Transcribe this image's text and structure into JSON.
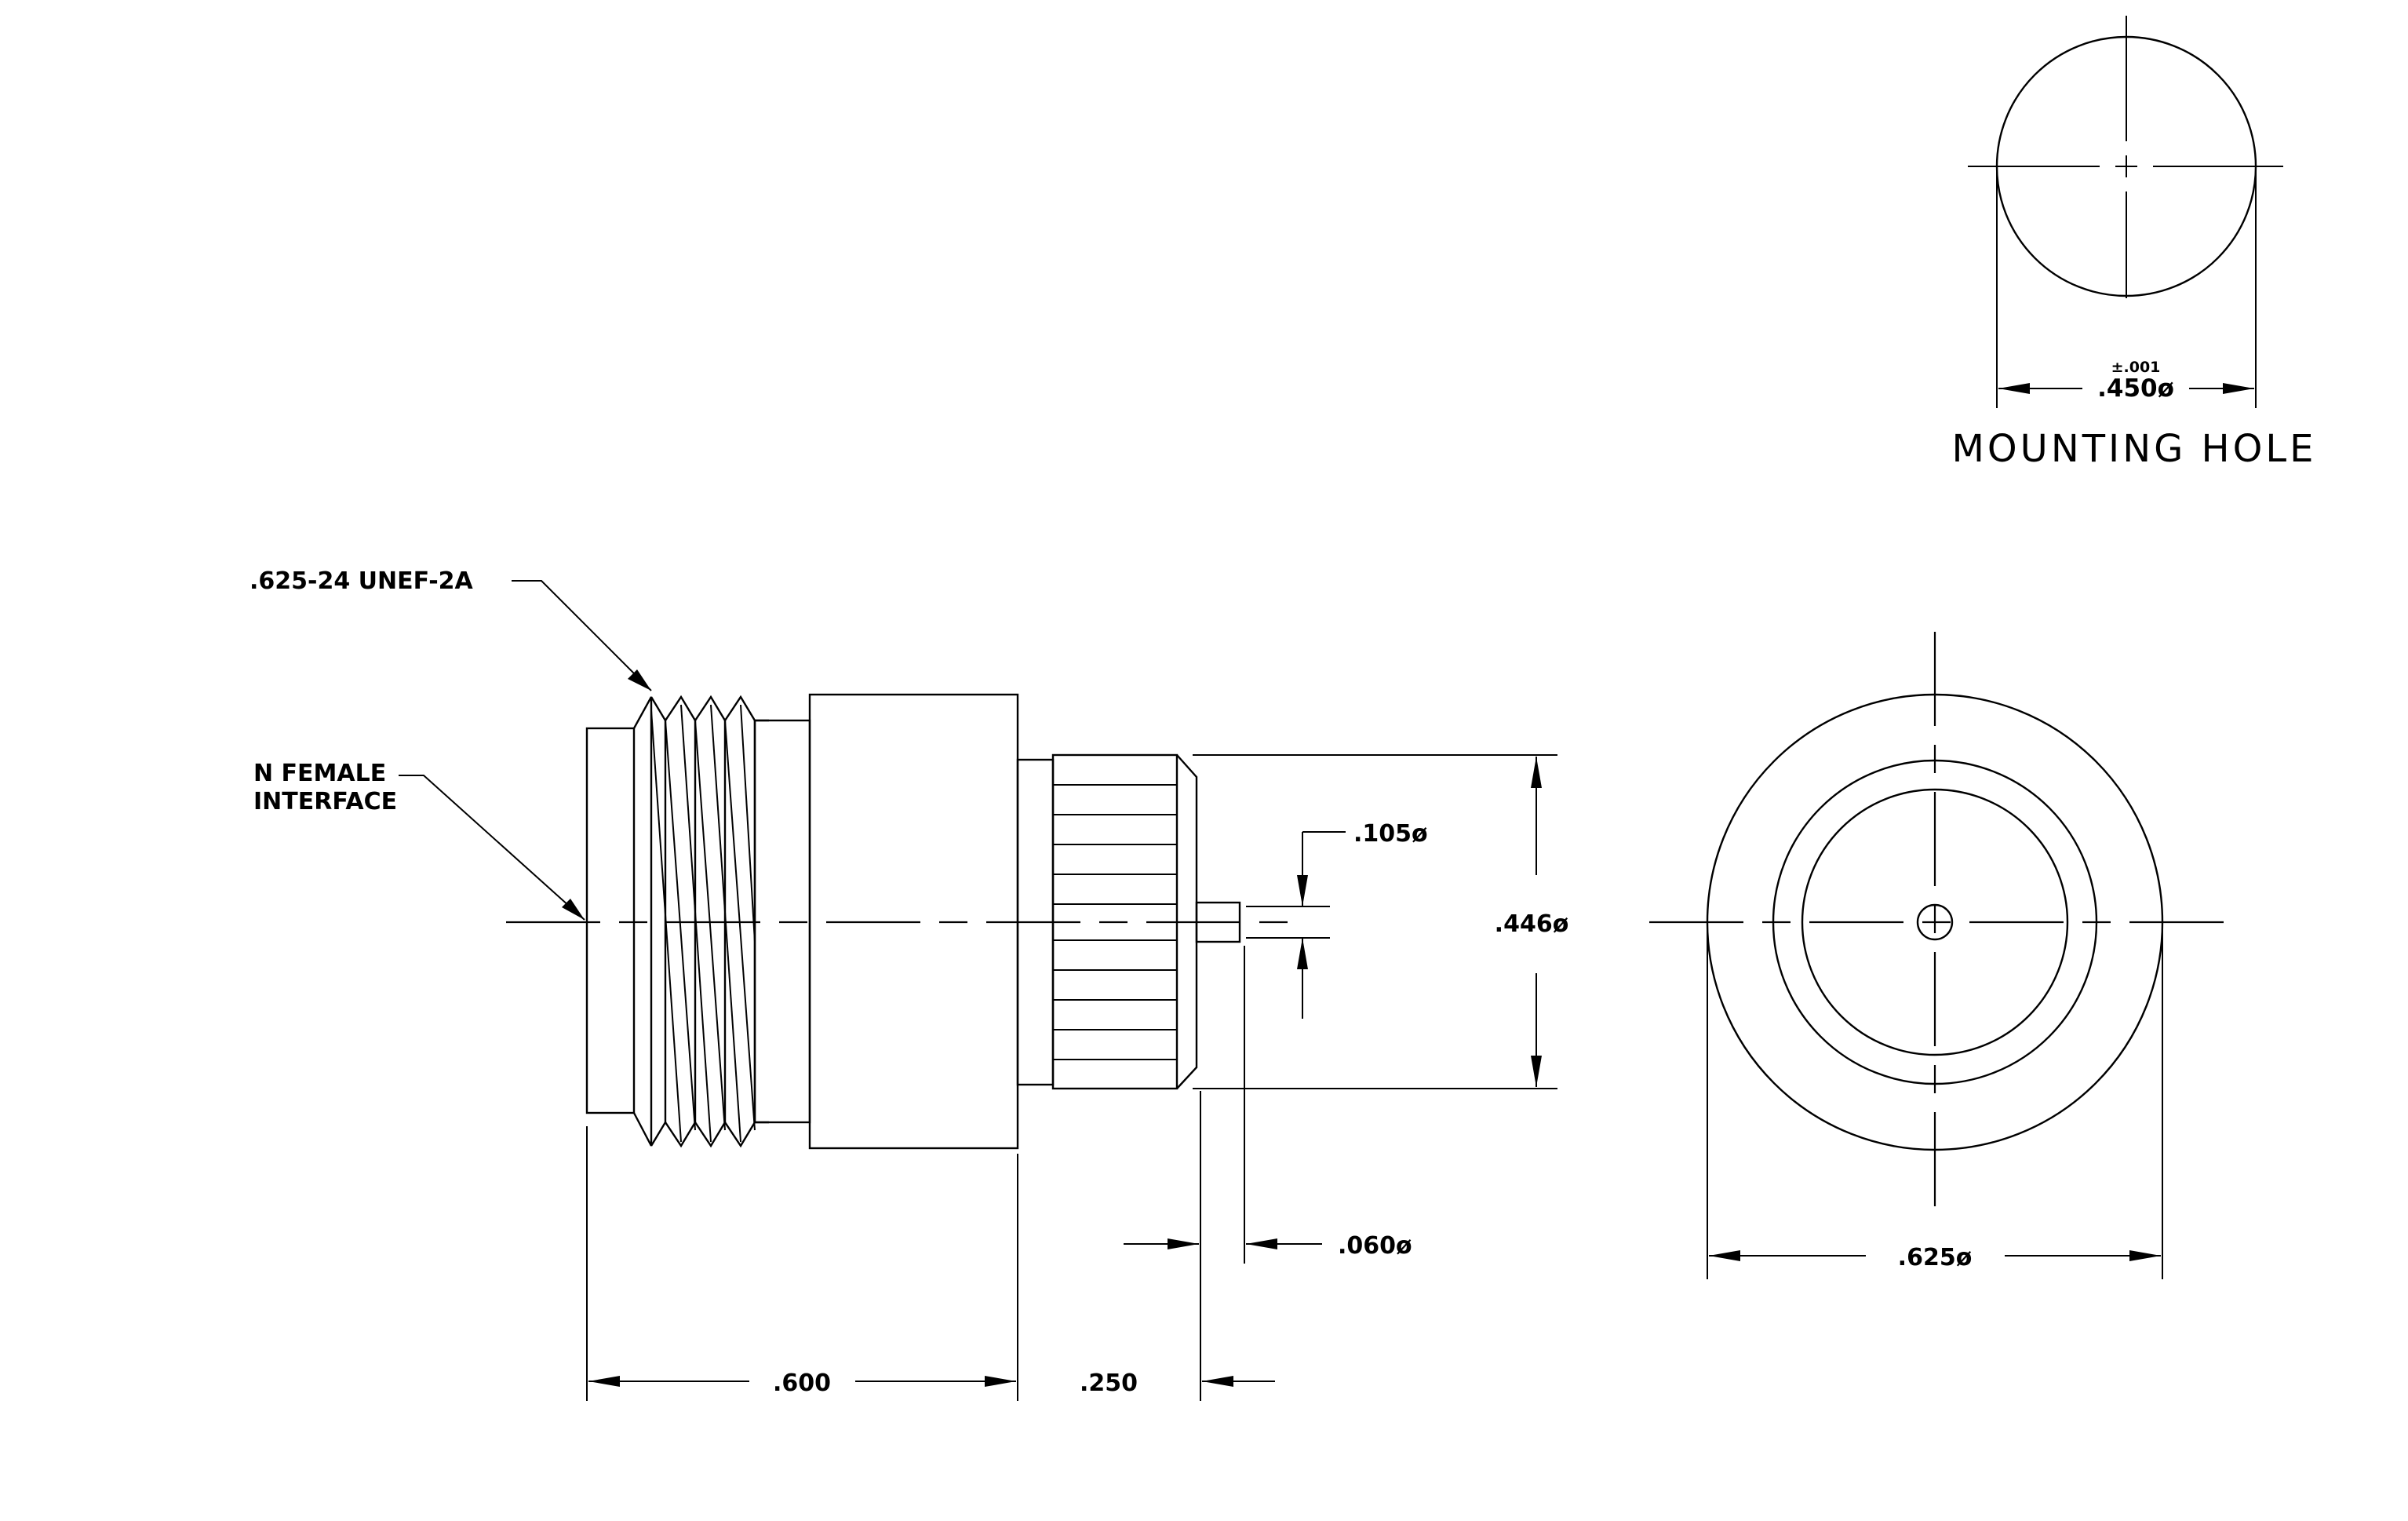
{
  "mounting_hole": {
    "tolerance": "±.001",
    "diameter": ".450ø",
    "caption": "MOUNTING HOLE"
  },
  "callouts": {
    "thread": ".625-24 UNEF-2A",
    "interface_line1": "N FEMALE",
    "interface_line2": "INTERFACE"
  },
  "dimensions": {
    "pin_diameter": ".105ø",
    "body_diameter": ".446ø",
    "pin_length": ".060ø",
    "body_length": ".600",
    "tail_length": ".250",
    "flange_diameter": ".625ø"
  }
}
